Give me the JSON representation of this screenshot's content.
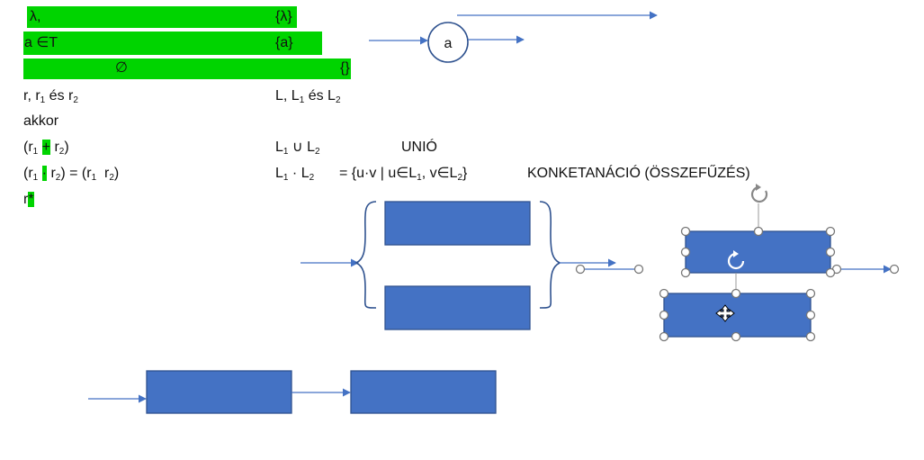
{
  "rows": {
    "lambda": {
      "left": "λ,",
      "right": "{λ}"
    },
    "a_in_t": {
      "left": "a ∈T",
      "right": "{a}"
    },
    "empty": {
      "left": "∅",
      "right": "{}"
    },
    "r_def": {
      "r": "r, r",
      "s1": "1",
      "es": " és r",
      "s2": "2",
      "L": "L, L",
      "Ls1": "1",
      "Les": " és L",
      "Ls2": "2"
    },
    "akkor": "akkor",
    "union": {
      "open": "(r",
      "s1": "1",
      "op": "+",
      "r2": "r",
      "s2": "2",
      "close": ")",
      "L1": "L",
      "Ls1": "1",
      "cup": " ∪ L",
      "Ls2": "2",
      "label": "UNIÓ"
    },
    "concat": {
      "open": "(r",
      "s1": "1",
      "op": "·",
      "r2": "r",
      "s2": "2",
      "mid": ") = (r",
      "s3": "1",
      "r2b": "  r",
      "s4": "2",
      "close": ")",
      "L1": "L",
      "Ls1": "1",
      "dot": " · L",
      "Ls2": "2",
      "set_a": "= {u·v | u∈L",
      "set_s1": "1",
      "set_b": ", v∈L",
      "set_s2": "2",
      "set_c": "}",
      "label": "KONKETANÁCIÓ (ÖSSZEFŰZÉS)"
    },
    "star": {
      "r": "r",
      "op": "*"
    }
  },
  "diagram": {
    "state_label": "a"
  },
  "colors": {
    "highlight": "#00d400",
    "shape_fill": "#4472c4",
    "shape_stroke": "#2f528f",
    "arrow": "#4472c4"
  },
  "icons": [
    "rotate-handle-icon",
    "move-cursor-icon"
  ]
}
